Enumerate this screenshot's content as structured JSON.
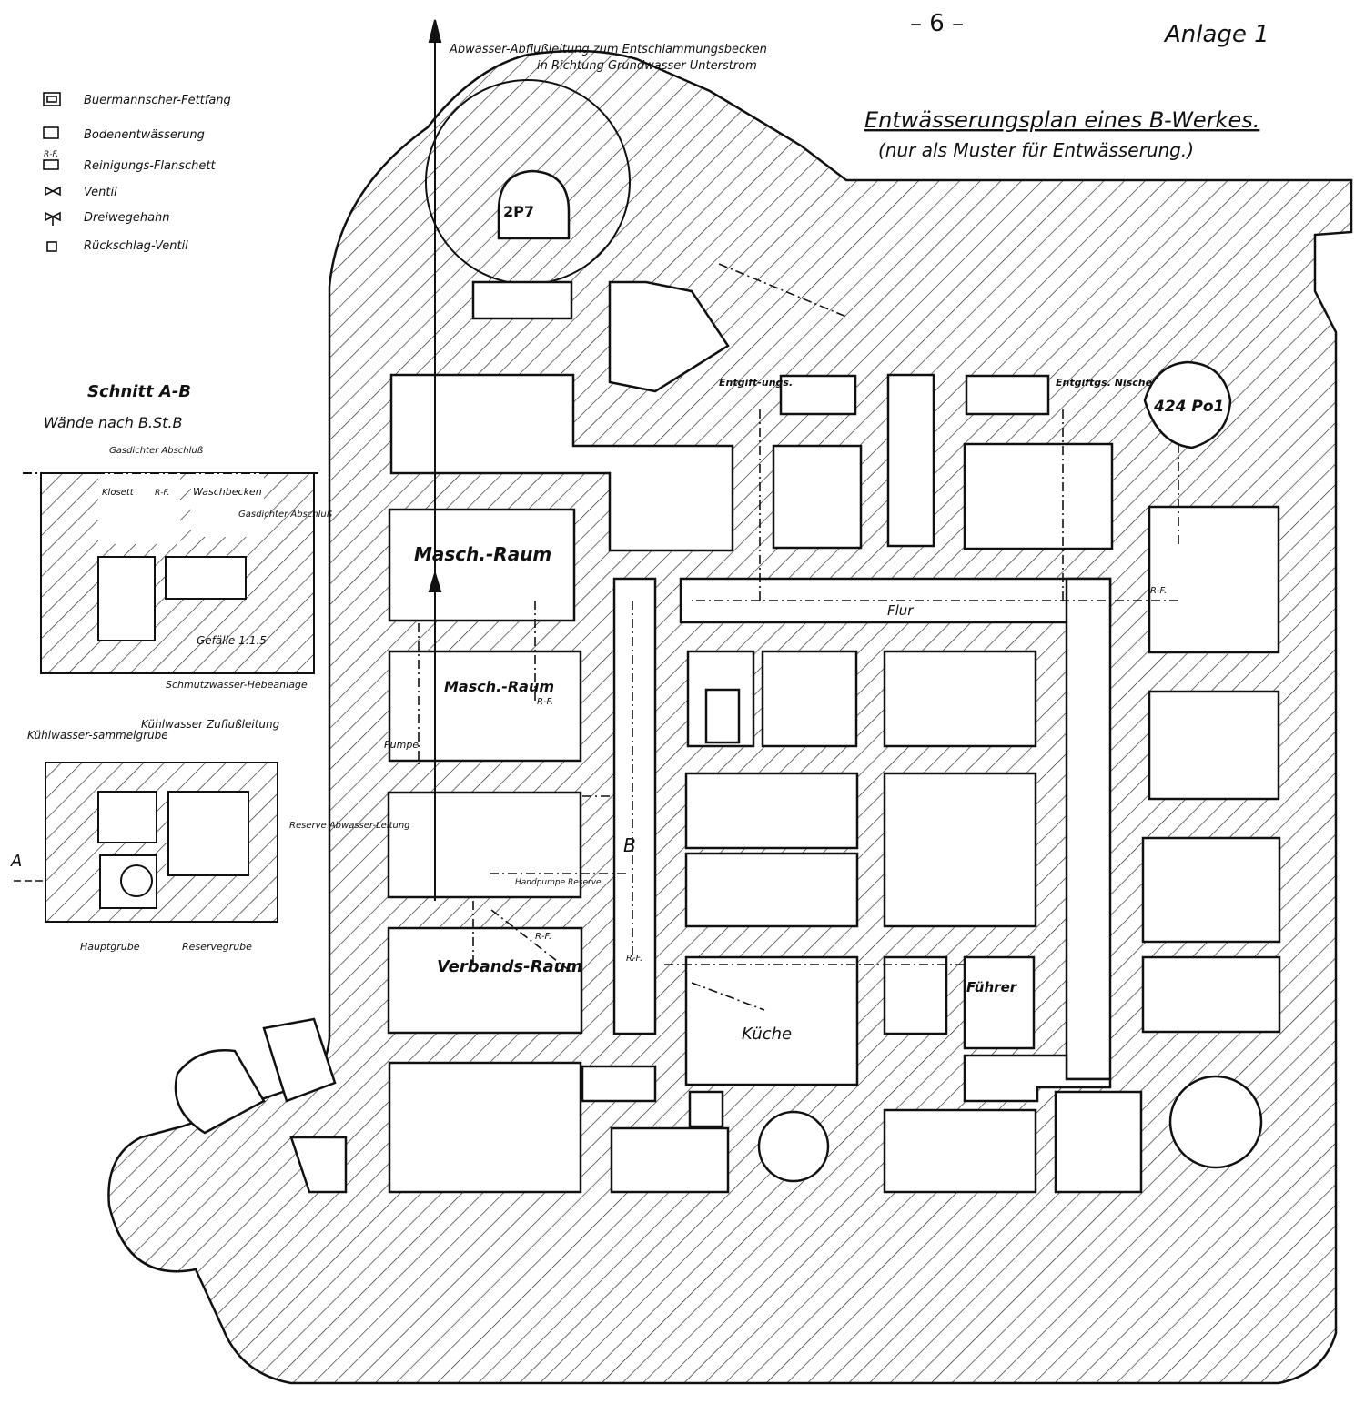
{
  "header": {
    "page_number": "– 6 –",
    "annex": "Anlage 1",
    "title": "Entwässerungsplan eines B-Werkes.",
    "subtitle": "(nur als Muster für Entwässerung.)"
  },
  "outflow_note": {
    "line1": "Abwasser-Abflußleitung zum Entschlammungsbecken",
    "line2": "in Richtung Grundwasser Unterstrom"
  },
  "legend": {
    "items": [
      {
        "icon": "grease-trap-icon",
        "label": "Buermannscher-Fettfang"
      },
      {
        "icon": "floor-drain-icon",
        "label": "Bodenentwässerung"
      },
      {
        "icon": "cleaning-flange-icon",
        "code": "R-F.",
        "label": "Reinigungs-Flanschett"
      },
      {
        "icon": "valve-icon",
        "label": "Ventil"
      },
      {
        "icon": "three-way-cock-icon",
        "label": "Dreiwegehahn"
      },
      {
        "icon": "check-valve-icon",
        "label": "Rückschlag-Ventil"
      }
    ]
  },
  "section": {
    "title": "Schnitt A-B",
    "walls": "Wände nach B.St.B",
    "gas1": "Gasdichter Abschluß",
    "gas2": "Gasdichter Abschluß",
    "klosett": "Klosett",
    "rf": "R-F.",
    "wash": "Waschbecken",
    "slope": "Gefälle 1:1.5",
    "lift": "Schmutzwasser-Hebeanlage"
  },
  "cooling": {
    "collect": "Kühlwasser-sammelgrube",
    "inflow": "Kühlwasser Zuflußleitung",
    "main": "Hauptgrube",
    "reserve": "Reservegrube",
    "a_label": "A"
  },
  "rooms": {
    "p7": "2P7",
    "p4": "424 Po1",
    "masch1": "Masch.-Raum",
    "masch2": "Masch.-Raum",
    "verbands": "Verbands-Raum",
    "kueche": "Küche",
    "fuehrer": "Führer",
    "flur": "Flur",
    "b": "B",
    "entgift1": "Entgift-ungs.",
    "entgift2": "Entgiftgs. Nische"
  },
  "annotations": {
    "pumpe": "Pumpe",
    "reserve_drain": "Reserve Abwasser-Leitung",
    "hand_pump": "Handpumpe Reserve",
    "rf1": "R-F.",
    "rf2": "R-F.",
    "rf3": "R-F.",
    "rf4": "R-F."
  }
}
